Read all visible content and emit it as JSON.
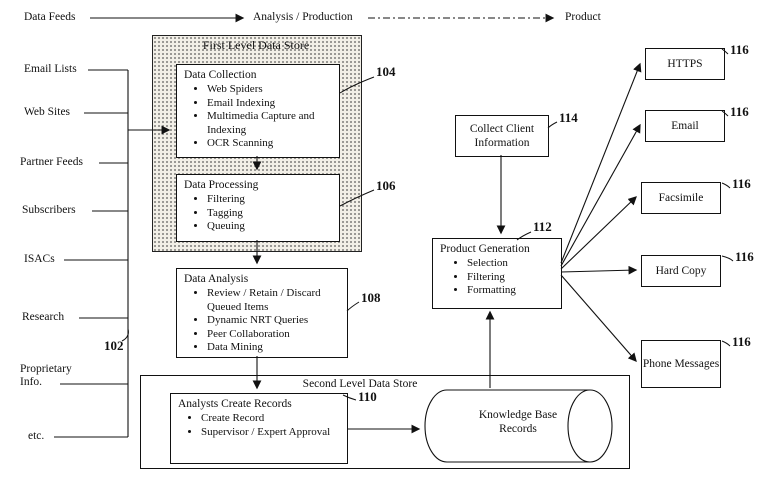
{
  "header": {
    "data_feeds": "Data Feeds",
    "analysis_production": "Analysis / Production",
    "product": "Product"
  },
  "sources": {
    "ref": "102",
    "items": [
      "Email Lists",
      "Web Sites",
      "Partner Feeds",
      "Subscribers",
      "ISACs",
      "Research",
      "Proprietary Info.",
      "etc."
    ]
  },
  "first_level_store": {
    "title": "First Level Data Store",
    "data_collection": {
      "title": "Data Collection",
      "ref": "104",
      "items": [
        "Web Spiders",
        "Email Indexing",
        "Multimedia Capture and Indexing",
        "OCR Scanning"
      ]
    },
    "data_processing": {
      "title": "Data Processing",
      "ref": "106",
      "items": [
        "Filtering",
        "Tagging",
        "Queuing"
      ]
    }
  },
  "data_analysis": {
    "title": "Data Analysis",
    "ref": "108",
    "items": [
      "Review / Retain / Discard Queued Items",
      "Dynamic NRT Queries",
      "Peer Collaboration",
      "Data Mining"
    ]
  },
  "second_level_store": {
    "title": "Second Level Data Store",
    "analysts_create_records": {
      "title": "Analysts Create Records",
      "ref": "110",
      "items": [
        "Create Record",
        "Supervisor / Expert Approval"
      ]
    },
    "knowledge_base": {
      "label": "Knowledge Base Records"
    }
  },
  "product_generation": {
    "title": "Product Generation",
    "ref": "112",
    "items": [
      "Selection",
      "Filtering",
      "Formatting"
    ]
  },
  "collect_client": {
    "label": "Collect Client Information",
    "ref": "114"
  },
  "outputs": {
    "ref": "116",
    "items": [
      "HTTPS",
      "Email",
      "Facsimile",
      "Hard Copy",
      "Phone Messages"
    ]
  }
}
